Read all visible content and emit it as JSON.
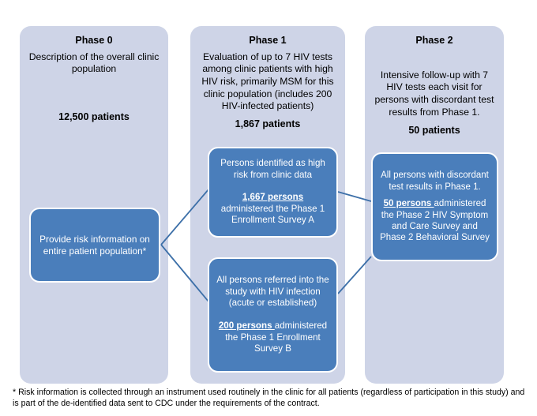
{
  "diagram": {
    "columns": [
      {
        "id": "phase-0",
        "title": "Phase 0",
        "description": "Description of the overall clinic population",
        "count": "12,500 patients"
      },
      {
        "id": "phase-1",
        "title": "Phase 1",
        "description": "Evaluation of up to 7 HIV tests among clinic patients with high HIV risk, primarily MSM for this clinic population (includes 200 HIV-infected patients)",
        "count": "1,867 patients"
      },
      {
        "id": "phase-2",
        "title": "Phase 2",
        "description": "Intensive follow-up with 7 HIV tests each visit for persons with discordant test results from Phase 1.",
        "count": "50 patients"
      }
    ],
    "boxes": {
      "phase0_action": {
        "line1": "Provide risk information on entire patient population*"
      },
      "phase1_top": {
        "line1": "Persons identified as high risk from clinic data",
        "emphasis": "1,667 persons",
        "line2": "administered the Phase 1 Enrollment Survey A"
      },
      "phase1_bottom": {
        "line1": "All persons  referred into the study  with HIV infection (acute or established)",
        "emphasis": "200 persons ",
        "line2": "administered the Phase 1 Enrollment Survey B"
      },
      "phase2": {
        "line1": "All persons with discordant test results in Phase 1.",
        "emphasis": "50 persons ",
        "line2": "administered the Phase 2 HIV Symptom and Care Survey and Phase 2 Behavioral Survey"
      }
    },
    "footnote": "* Risk information is collected through an instrument used routinely in the clinic for all patients (regardless of participation in this study) and is part of the de-identified data sent to CDC under the requirements of the contract.",
    "colors": {
      "column_background": "#ced4e7",
      "box_background": "#4a7ebb",
      "box_border": "#ffffff",
      "connector_line": "#3c6fa8",
      "text_dark": "#000000",
      "text_light": "#ffffff",
      "page_background": "#ffffff"
    }
  }
}
